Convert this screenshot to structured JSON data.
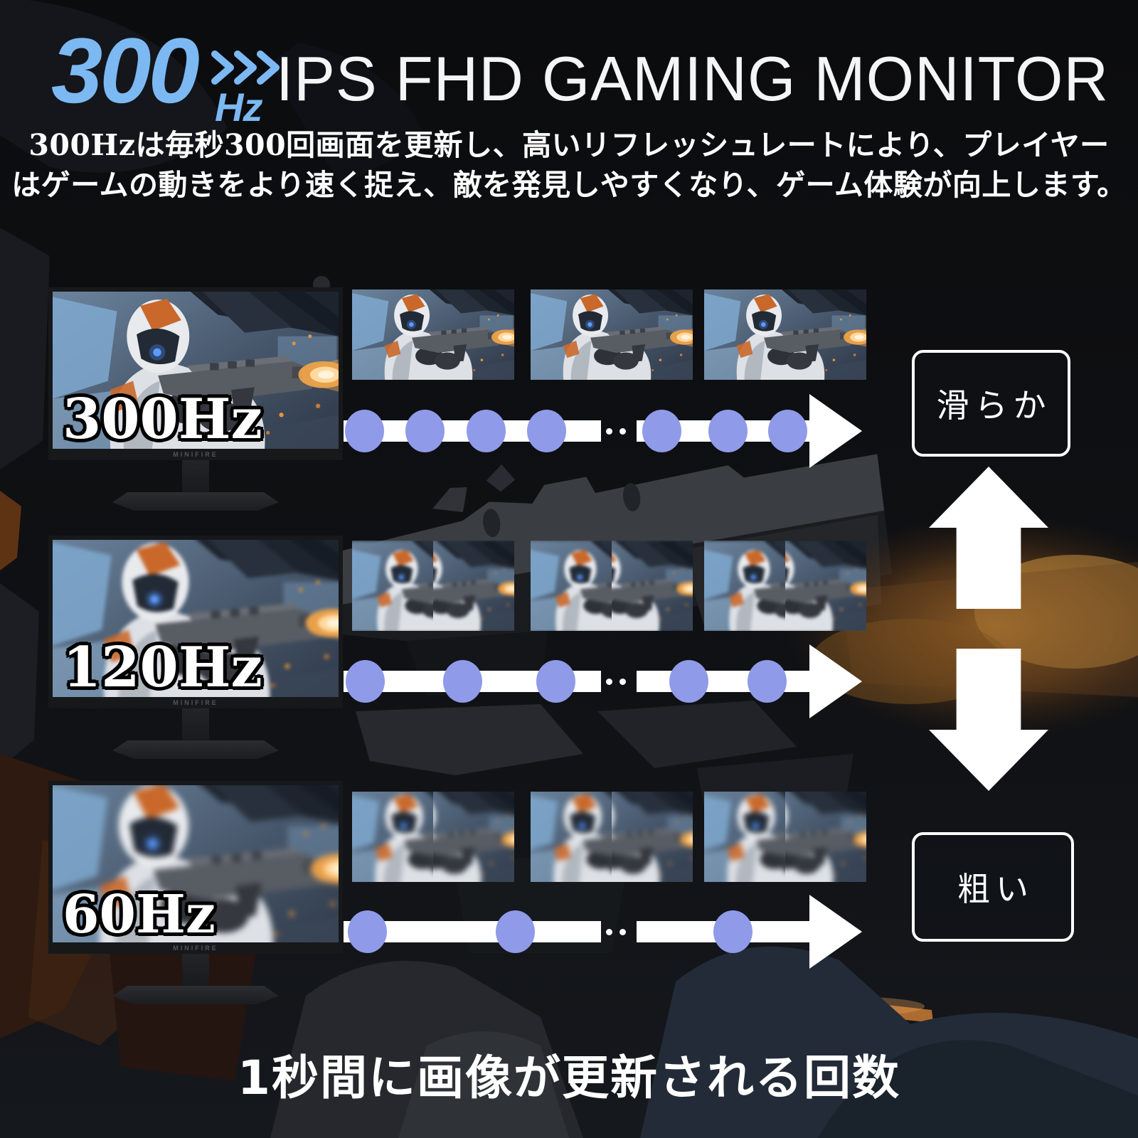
{
  "header": {
    "logo_number": "300",
    "logo_unit": "Hz",
    "title": "IPS FHD GAMING MONITOR"
  },
  "description": {
    "line1": "300Hzは毎秒300回画面を更新し、高いリフレッシュレートにより、プレイヤー",
    "line2": "はゲームの動きをより速く捉え、敵を発見しやすくなり、ゲーム体験が向上します。"
  },
  "monitor_brand": "MINIFIRE",
  "rows": [
    {
      "label": "300Hz",
      "frames": 3,
      "dots_before_gap": 4,
      "dots_after_gap": 3,
      "blur": "none"
    },
    {
      "label": "120Hz",
      "frames": 3,
      "dots_before_gap": 3,
      "dots_after_gap": 2,
      "blur": "medium"
    },
    {
      "label": "60Hz",
      "frames": 3,
      "dots_before_gap": 2,
      "dots_after_gap": 1,
      "blur": "heavy"
    }
  ],
  "scale_labels": {
    "smooth": "滑らか",
    "rough": "粗い"
  },
  "caption": "1秒間に画像が更新される回数",
  "colors": {
    "accent_blue": "#7cb9f3",
    "timeline_dot": "#8f9be8",
    "arrow_white": "#ffffff"
  }
}
